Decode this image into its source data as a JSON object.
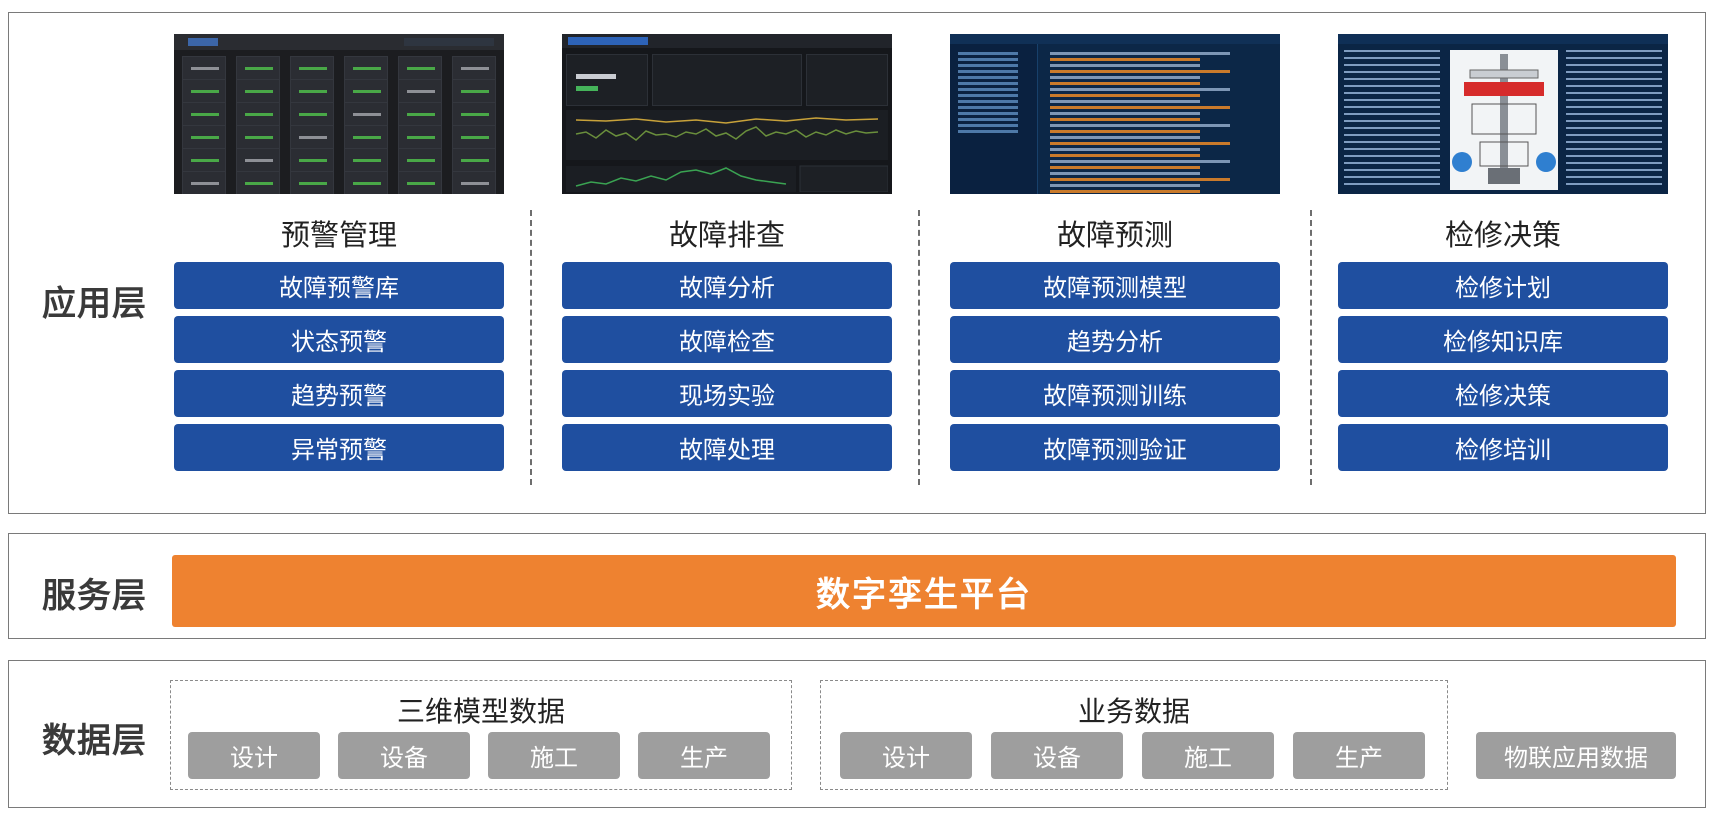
{
  "layers": {
    "application": {
      "label": "应用层",
      "columns": [
        {
          "title": "预警管理",
          "items": [
            "故障预警库",
            "状态预警",
            "趋势预警",
            "异常预警"
          ]
        },
        {
          "title": "故障排查",
          "items": [
            "故障分析",
            "故障检查",
            "现场实验",
            "故障处理"
          ]
        },
        {
          "title": "故障预测",
          "items": [
            "故障预测模型",
            "趋势分析",
            "故障预测训练",
            "故障预测验证"
          ]
        },
        {
          "title": "检修决策",
          "items": [
            "检修计划",
            "检修知识库",
            "检修决策",
            "检修培训"
          ]
        }
      ]
    },
    "service": {
      "label": "服务层",
      "platform": "数字孪生平台"
    },
    "data": {
      "label": "数据层",
      "groups": [
        {
          "title": "三维模型数据",
          "items": [
            "设计",
            "设备",
            "施工",
            "生产"
          ]
        },
        {
          "title": "业务数据",
          "items": [
            "设计",
            "设备",
            "施工",
            "生产"
          ]
        }
      ],
      "standalone": "物联应用数据"
    }
  },
  "colors": {
    "application_button": "#1f4fa0",
    "platform": "#ee8230",
    "data_button": "#9e9e9e",
    "layer_border": "#7a7a7a"
  }
}
